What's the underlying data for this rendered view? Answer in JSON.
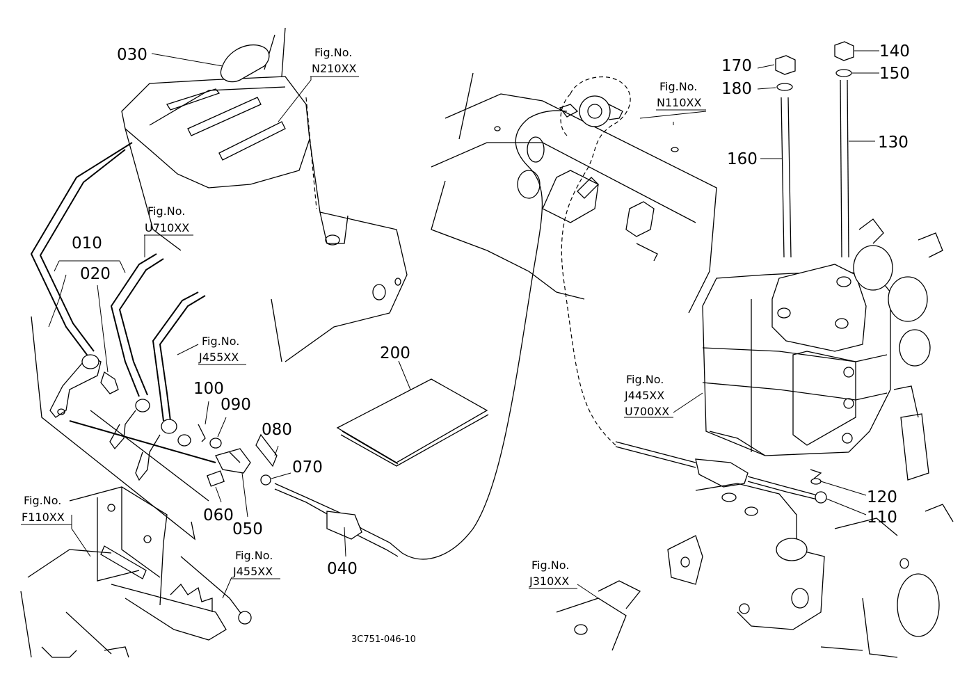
{
  "drawing_code": "3C751-046-10",
  "part_labels": [
    "010",
    "020",
    "030",
    "040",
    "050",
    "060",
    "070",
    "080",
    "090",
    "100",
    "110",
    "120",
    "130",
    "140",
    "150",
    "160",
    "170",
    "180",
    "200"
  ],
  "figure_refs": [
    {
      "prefix": "Fig.No.",
      "codes": [
        "N210XX"
      ]
    },
    {
      "prefix": "Fig.No.",
      "codes": [
        "U710XX"
      ]
    },
    {
      "prefix": "Fig.No.",
      "codes": [
        "J455XX"
      ]
    },
    {
      "prefix": "Fig.No.",
      "codes": [
        "F110XX"
      ]
    },
    {
      "prefix": "Fig.No.",
      "codes": [
        "J455XX"
      ]
    },
    {
      "prefix": "Fig.No.",
      "codes": [
        "N110XX"
      ]
    },
    {
      "prefix": "Fig.No.",
      "codes": [
        "J445XX",
        "U700XX"
      ]
    },
    {
      "prefix": "Fig.No.",
      "codes": [
        "J310XX"
      ]
    }
  ]
}
